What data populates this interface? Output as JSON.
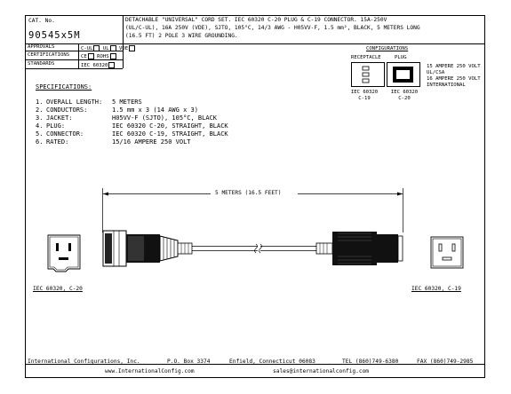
{
  "header": {
    "cat_label": "CAT. No.",
    "cat_number": "90545x5M",
    "description_lines": [
      "DETACHABLE \"UNIVERSAL\" CORD SET. IEC 60320 C-20 PLUG & C-19 CONNECTOR. 15A-250V",
      "(UL/C-UL), 16A 250V (VDE), SJTO, 105°C, 14/3 AWG - H05VV-F, 1.5 mm², BLACK, 5 METERS LONG",
      "(16.5 FT) 2 POLE 3 WIRE GROUNDING."
    ],
    "approvals_label": "APPROVALS",
    "approvals": [
      "C-UL",
      "UL",
      "VDE"
    ],
    "certifications_label": "CERTIFICATIONS",
    "certifications": [
      "CE",
      "ROHS"
    ],
    "standards_label": "STANDARDS",
    "standards": [
      "IEC 60320"
    ]
  },
  "configurations": {
    "title": "CONFIGURATIONS",
    "receptacle_label": "RECEPTACLE",
    "plug_label": "PLUG",
    "receptacle_code": "IEC 60320",
    "receptacle_type": "C-19",
    "plug_code": "IEC 60320",
    "plug_type": "C-20",
    "rating_lines": [
      "15 AMPERE 250 VOLT",
      "UL/CSA",
      "16 AMPERE 250 VOLT",
      "INTERNATIONAL"
    ]
  },
  "specifications": {
    "title": "SPECIFICATIONS:",
    "items": [
      {
        "num": "1.",
        "label": "OVERALL LENGTH:",
        "value": "5 METERS"
      },
      {
        "num": "2.",
        "label": "CONDUCTORS:",
        "value": "1.5 mm x 3 (14 AWG x 3)"
      },
      {
        "num": "3.",
        "label": "JACKET:",
        "value": "H05VV-F (SJTO), 105°C, BLACK"
      },
      {
        "num": "4.",
        "label": "PLUG:",
        "value": "IEC 60320 C-20, STRAIGHT, BLACK"
      },
      {
        "num": "5.",
        "label": "CONNECTOR:",
        "value": "IEC 60320 C-19, STRAIGHT, BLACK"
      },
      {
        "num": "6.",
        "label": "RATED:",
        "value": "15/16 AMPERE 250 VOLT"
      }
    ]
  },
  "drawing": {
    "length_label": "5 METERS (16.5 FEET)",
    "left_label": "IEC 60320, C-20",
    "right_label": "IEC 60320, C-19"
  },
  "footer": {
    "company": "International Configurations, Inc.",
    "po_box": "P.O. Box 3374",
    "city": "Enfield, Connecticut 06083",
    "tel": "TEL (860)749-6380",
    "fax": "FAX (860)749-2985",
    "web": "www.InternationalConfig.com",
    "email": "sales@internationalconfig.com"
  }
}
